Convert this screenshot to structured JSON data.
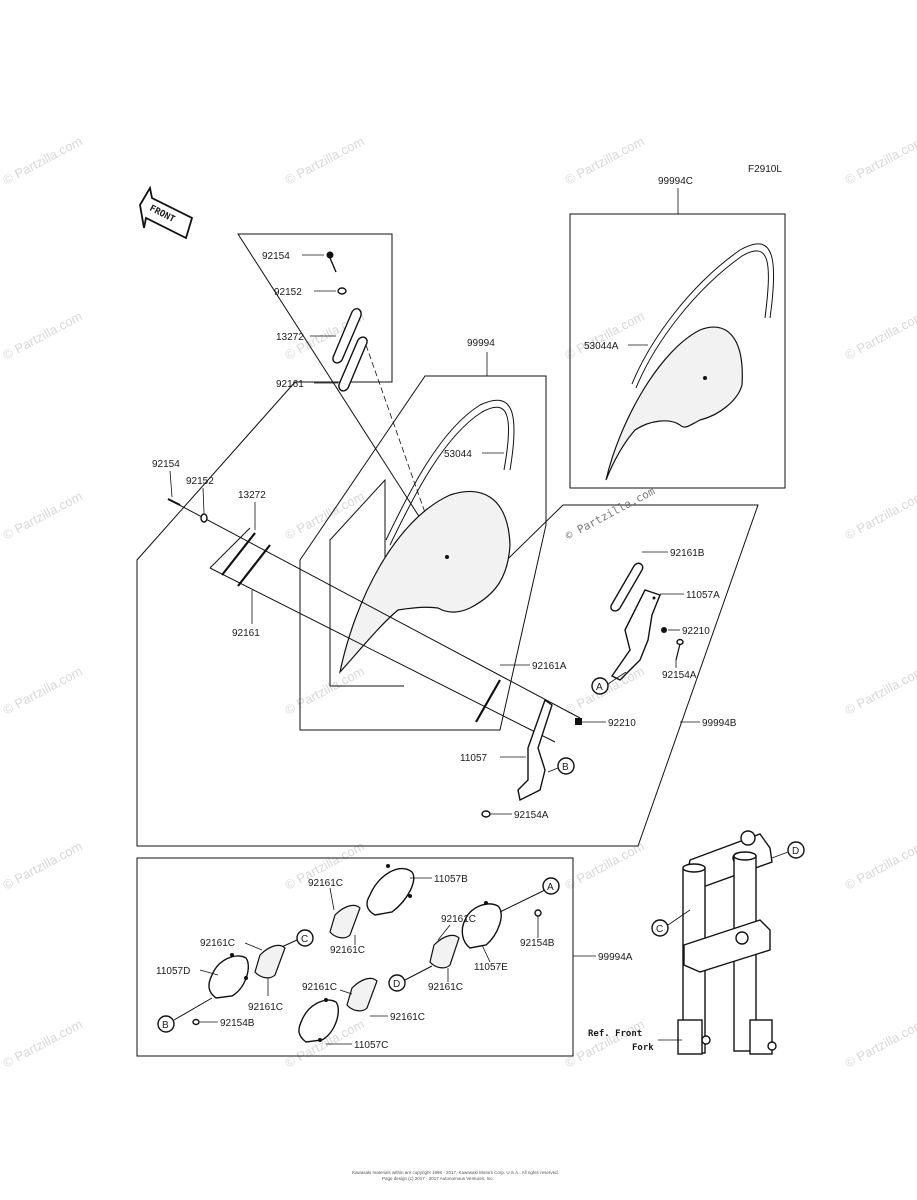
{
  "diagram": {
    "code": "F2910L",
    "front_label": "FRONT",
    "ref_label_line1": "Ref. Front",
    "ref_label_line2": "Fork",
    "watermark": "© Partzilla.com",
    "footer_line1": "Kawasaki materials within are copyright 1998 - 2017, Kawasaki Motors Corp. U.S.A., All rights reserved.",
    "footer_line2": "Page design (c) 2017 - 2017 Autonomous Ventures, Inc."
  },
  "labels": {
    "l_99994C": "99994C",
    "l_53044A": "53044A",
    "l_92154_a": "92154",
    "l_92152_a": "92152",
    "l_13272_a": "13272",
    "l_92161_a": "92161",
    "l_99994": "99994",
    "l_53044": "53044",
    "l_92154_b": "92154",
    "l_92152_b": "92152",
    "l_13272_b": "13272",
    "l_92161_b": "92161",
    "l_92161B": "92161B",
    "l_11057A": "11057A",
    "l_92210_a": "92210",
    "l_92154A_a": "92154A",
    "l_92161A": "92161A",
    "l_92210_b": "92210",
    "l_99994B": "99994B",
    "l_11057": "11057",
    "l_92154A_b": "92154A",
    "l_92161C_1": "92161C",
    "l_11057B": "11057B",
    "l_92161C_2": "92161C",
    "l_92161C_3": "92161C",
    "l_92154B_a": "92154B",
    "l_92161C_4": "92161C",
    "l_11057E": "11057E",
    "l_99994A": "99994A",
    "l_92161C_5": "92161C",
    "l_11057D": "11057D",
    "l_92161C_6": "92161C",
    "l_92161C_7": "92161C",
    "l_92161C_8": "92161C",
    "l_92154B_b": "92154B",
    "l_11057C": "11057C"
  },
  "callouts": {
    "A": "A",
    "B": "B",
    "C": "C",
    "D": "D"
  }
}
